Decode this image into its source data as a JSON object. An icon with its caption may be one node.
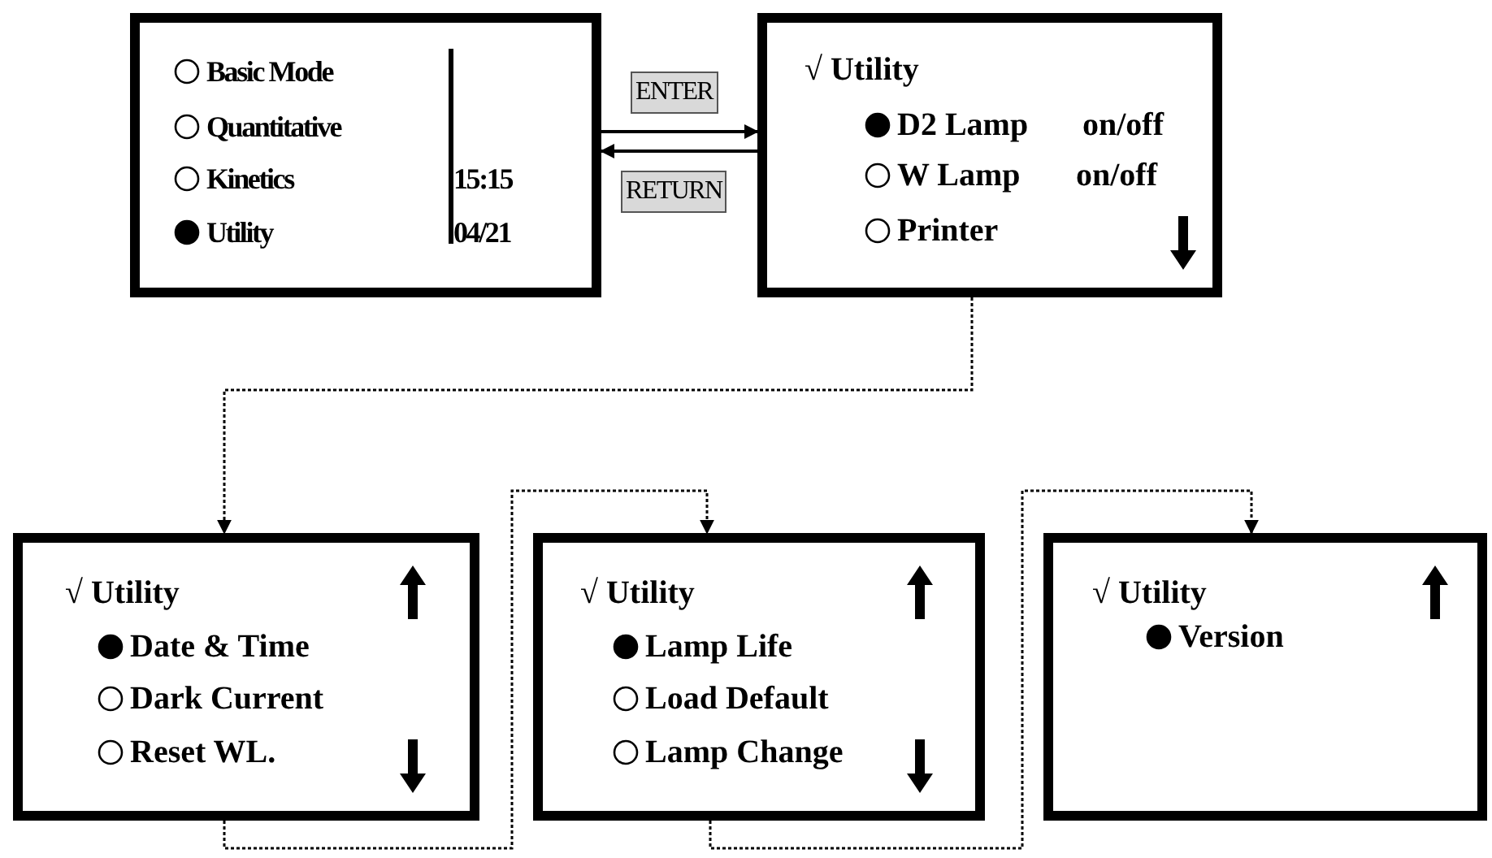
{
  "diagram": {
    "nodes": [
      {
        "text": [
          "Basic Mode",
          "Quantitative",
          "Kinetics",
          "Utility",
          "15:15",
          "04/21"
        ]
      },
      {
        "text": [
          "√ Utility",
          "D2 Lamp",
          "on/off",
          "W Lamp",
          "on/off",
          "Printer"
        ]
      },
      {
        "text": [
          "√ Utility",
          "Date & Time",
          "Dark Current",
          "Reset WL."
        ]
      },
      {
        "text": [
          "√ Utility",
          "Lamp Life",
          "Load Default",
          "Lamp Change"
        ]
      },
      {
        "text": [
          "√ Utility",
          "Version"
        ]
      }
    ],
    "edges": [
      {
        "from": 0,
        "to": 1,
        "arrow": "to",
        "label": "ENTER"
      },
      {
        "from": 1,
        "to": 0,
        "arrow": "to",
        "label": "RETURN"
      },
      {
        "from": 1,
        "to": 2,
        "arrow": "to",
        "style": "dashed"
      },
      {
        "from": 2,
        "to": 3,
        "arrow": "to",
        "style": "dashed"
      },
      {
        "from": 3,
        "to": 4,
        "arrow": "to",
        "style": "dashed"
      }
    ]
  }
}
